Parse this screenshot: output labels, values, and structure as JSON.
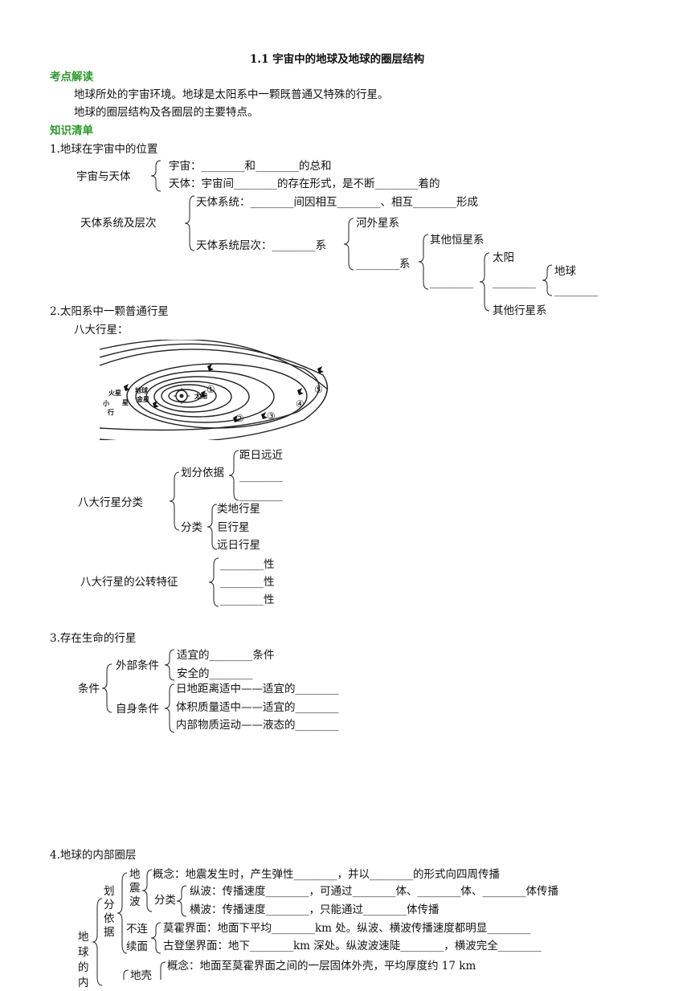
{
  "title": "1.1  宇宙中的地球及地球的圈层结构",
  "s1": {
    "head": "考点解读",
    "p1": "地球所处的宇宙环境。地球是太阳系中一颗既普通又特殊的行星。",
    "p2": "地球的圈层结构及各圈层的主要特点。"
  },
  "s2": {
    "head": "知识清单"
  },
  "q1": {
    "head": "1.地球在宇宙中的位置",
    "cosmos": "宇宙与天体",
    "cosmos_a": "宇宙：________和________的总和",
    "cosmos_b": "天体：宇宙间________的存在形式，是不断________着的",
    "sys": "天体系统及层次",
    "sys_a": "天体系统：________间因相互________、相互________形成",
    "sys_b": "天体系统层次：________系",
    "l_hewai": "河外星系",
    "l_xi": "________系",
    "l_qita": "其他恒星系",
    "l_blank1": "________",
    "l_taiyang": "太阳",
    "l_blank2": "________",
    "l_diqiu": "地球",
    "l_blank3": "________",
    "l_qitaxing": "其他行星系"
  },
  "q2": {
    "head": "2.太阳系中一颗普通行星",
    "sub": "八大行星：",
    "fig": {
      "mars": "火星",
      "earth": "地球",
      "venus": "金星",
      "sun": "太阳",
      "small": "小",
      "planet": "行",
      "star": "星",
      "n1": "①",
      "n2": "②",
      "n3": "③",
      "n4": "④",
      "n5": "⑤"
    },
    "cls": "八大行星分类",
    "basis": "划分依据",
    "b1": "距日远近",
    "b2": "________",
    "b3": "________",
    "kind": "分类",
    "k1": "类地行星",
    "k2": "巨行星",
    "k3": "远日行星",
    "rev": "八大行星的公转特征",
    "r1": "________性",
    "r2": "________性",
    "r3": "________性"
  },
  "q3": {
    "head": "3.存在生命的行星",
    "cond": "条件",
    "ext": "外部条件",
    "e1": "适宜的________条件",
    "e2": "安全的________",
    "self": "自身条件",
    "s1": "日地距离适中——适宜的________",
    "s2": "体积质量适中——适宜的________",
    "s3": "内部物质运动——液态的________"
  },
  "q4": {
    "head": "4.地球的内部圈层",
    "vert_main": "地球的内",
    "vert_div": "划分依据",
    "vert_wave": "地震波",
    "concept": "概念：地震发生时，产生弹性________，并以________的形式向四周传播",
    "cls": "分类",
    "p_wave": "纵波：传播速度________，可通过________体、________体、________体传播",
    "s_wave": "横波：传播速度________，只能通过________体传播",
    "disc_1": "不连",
    "disc_2": "续面",
    "moho": "莫霍界面：地面下平均________km 处。纵波、横波传播速度都明显________",
    "guten": "古登堡界面：地下________km 深处。纵波波速陡________，横波完全________",
    "crust": "地壳",
    "crust_concept": "概念：地面至莫霍界面之间的一层固体外壳，平均厚度约 17 km"
  }
}
